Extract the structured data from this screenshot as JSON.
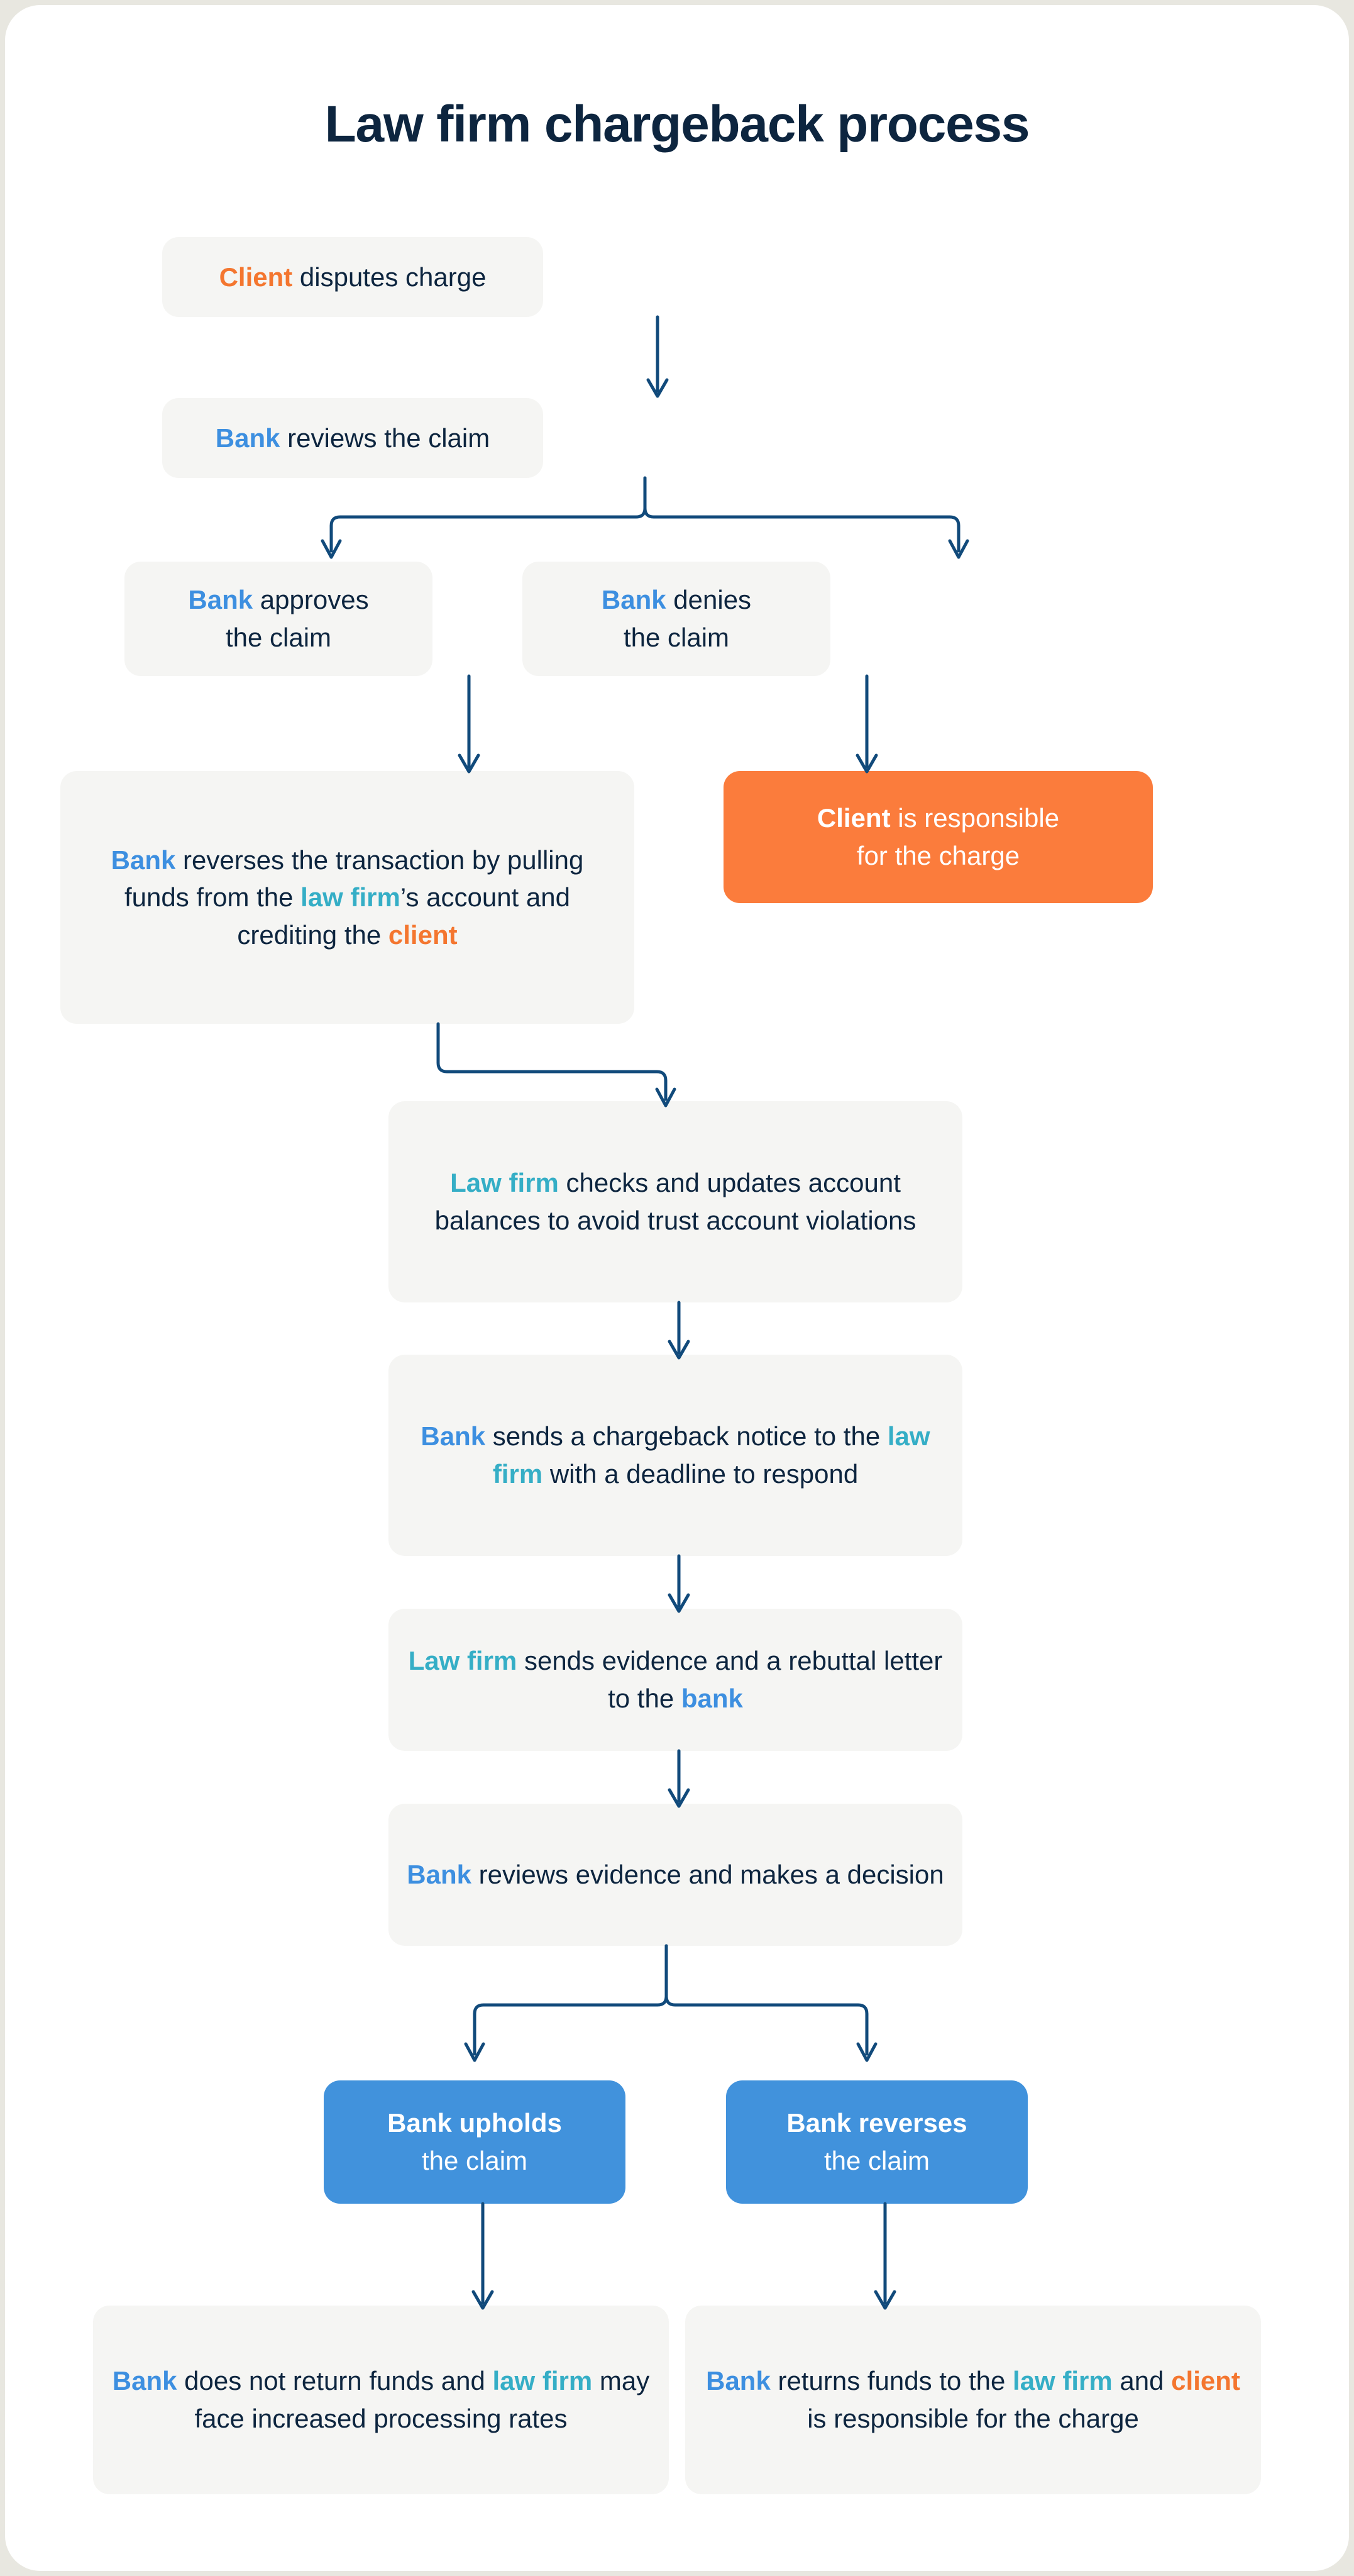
{
  "page": {
    "title": "Law firm chargeback process",
    "background": "#ffffff",
    "outer_background": "#e8e7e0"
  },
  "colors": {
    "title": "#0d253f",
    "body_text": "#0d253f",
    "bank": "#3d8fe0",
    "client": "#f4762f",
    "law_firm": "#35aec6",
    "neutral_box": "#f5f5f3",
    "orange_box": "#fb7c3c",
    "blue_box": "#4192dc",
    "connector": "#114a7b"
  },
  "chart_data": {
    "type": "diagram",
    "title": "Law firm chargeback process",
    "nodes": [
      {
        "id": "n1",
        "style": "neutral",
        "text": "Client disputes charge",
        "segments": [
          {
            "t": "Client",
            "role": "client"
          },
          {
            "t": " disputes charge",
            "role": "none"
          }
        ]
      },
      {
        "id": "n2",
        "style": "neutral",
        "text": "Bank reviews the claim",
        "segments": [
          {
            "t": "Bank",
            "role": "bank"
          },
          {
            "t": " reviews the claim",
            "role": "none"
          }
        ]
      },
      {
        "id": "n3a",
        "style": "neutral",
        "text": "Bank approves the claim",
        "segments": [
          {
            "t": "Bank",
            "role": "bank"
          },
          {
            "t": " approves",
            "role": "none"
          },
          {
            "t": "br",
            "role": "break"
          },
          {
            "t": "the claim",
            "role": "none"
          }
        ]
      },
      {
        "id": "n3b",
        "style": "neutral",
        "text": "Bank denies the claim",
        "segments": [
          {
            "t": "Bank",
            "role": "bank"
          },
          {
            "t": " denies",
            "role": "none"
          },
          {
            "t": "br",
            "role": "break"
          },
          {
            "t": "the claim",
            "role": "none"
          }
        ]
      },
      {
        "id": "n4",
        "style": "neutral",
        "text": "Bank reverses the transaction by pulling funds from the law firm’s account and crediting the client",
        "segments": [
          {
            "t": "Bank",
            "role": "bank"
          },
          {
            "t": " reverses the transaction by pulling funds from the ",
            "role": "none"
          },
          {
            "t": "law firm",
            "role": "law"
          },
          {
            "t": "’s account and crediting the ",
            "role": "none"
          },
          {
            "t": "client",
            "role": "client"
          }
        ]
      },
      {
        "id": "n5",
        "style": "orange",
        "text": "Client is responsible for the charge",
        "segments": [
          {
            "t": "Client",
            "role": "white"
          },
          {
            "t": " is responsible",
            "role": "none"
          },
          {
            "t": "br",
            "role": "break"
          },
          {
            "t": "for the charge",
            "role": "none"
          }
        ]
      },
      {
        "id": "n6",
        "style": "neutral",
        "text": "Law firm checks and updates account balances to avoid trust account violations",
        "segments": [
          {
            "t": "Law firm",
            "role": "law"
          },
          {
            "t": " checks and updates account balances to avoid trust account violations",
            "role": "none"
          }
        ]
      },
      {
        "id": "n7",
        "style": "neutral",
        "text": "Bank sends a chargeback notice to the law firm with a deadline to respond",
        "segments": [
          {
            "t": "Bank",
            "role": "bank"
          },
          {
            "t": " sends a chargeback notice to the ",
            "role": "none"
          },
          {
            "t": "law firm",
            "role": "law"
          },
          {
            "t": " with a deadline to respond",
            "role": "none"
          }
        ]
      },
      {
        "id": "n8",
        "style": "neutral",
        "text": "Law firm sends evidence and a rebuttal letter to the bank",
        "segments": [
          {
            "t": "Law firm",
            "role": "law"
          },
          {
            "t": " sends evidence and a rebuttal letter to the ",
            "role": "none"
          },
          {
            "t": "bank",
            "role": "bank"
          }
        ]
      },
      {
        "id": "n9",
        "style": "neutral",
        "text": "Bank reviews evidence and makes a decision",
        "segments": [
          {
            "t": "Bank",
            "role": "bank"
          },
          {
            "t": " reviews evidence and makes a decision",
            "role": "none"
          }
        ]
      },
      {
        "id": "n10a",
        "style": "blue",
        "text": "Bank upholds the claim",
        "segments": [
          {
            "t": "Bank upholds",
            "role": "white"
          },
          {
            "t": "br",
            "role": "break"
          },
          {
            "t": "the claim",
            "role": "none"
          }
        ]
      },
      {
        "id": "n10b",
        "style": "blue",
        "text": "Bank reverses the claim",
        "segments": [
          {
            "t": "Bank reverses",
            "role": "white"
          },
          {
            "t": "br",
            "role": "break"
          },
          {
            "t": "the claim",
            "role": "none"
          }
        ]
      },
      {
        "id": "n11a",
        "style": "neutral",
        "text": "Bank does not return funds and law firm may face increased processing rates",
        "segments": [
          {
            "t": "Bank",
            "role": "bank"
          },
          {
            "t": " does not return funds and ",
            "role": "none"
          },
          {
            "t": "law firm",
            "role": "law"
          },
          {
            "t": " may face increased processing rates",
            "role": "none"
          }
        ]
      },
      {
        "id": "n11b",
        "style": "neutral",
        "text": "Bank returns funds to the law firm and client is responsible for the charge",
        "segments": [
          {
            "t": "Bank",
            "role": "bank"
          },
          {
            "t": " returns funds to the ",
            "role": "none"
          },
          {
            "t": "law firm",
            "role": "law"
          },
          {
            "t": " and ",
            "role": "none"
          },
          {
            "t": "client",
            "role": "client"
          },
          {
            "t": " is responsible for the charge",
            "role": "none"
          }
        ]
      }
    ],
    "edges": [
      {
        "from": "n1",
        "to": "n2",
        "kind": "straight-down"
      },
      {
        "from": "n2",
        "to": [
          "n3a",
          "n3b"
        ],
        "kind": "split"
      },
      {
        "from": "n3a",
        "to": "n4",
        "kind": "straight-down"
      },
      {
        "from": "n3b",
        "to": "n5",
        "kind": "straight-down"
      },
      {
        "from": "n4",
        "to": "n6",
        "kind": "elbow-right"
      },
      {
        "from": "n6",
        "to": "n7",
        "kind": "straight-down"
      },
      {
        "from": "n7",
        "to": "n8",
        "kind": "straight-down"
      },
      {
        "from": "n8",
        "to": "n9",
        "kind": "straight-down"
      },
      {
        "from": "n9",
        "to": [
          "n10a",
          "n10b"
        ],
        "kind": "split"
      },
      {
        "from": "n10a",
        "to": "n11a",
        "kind": "straight-down"
      },
      {
        "from": "n10b",
        "to": "n11b",
        "kind": "straight-down"
      }
    ]
  }
}
